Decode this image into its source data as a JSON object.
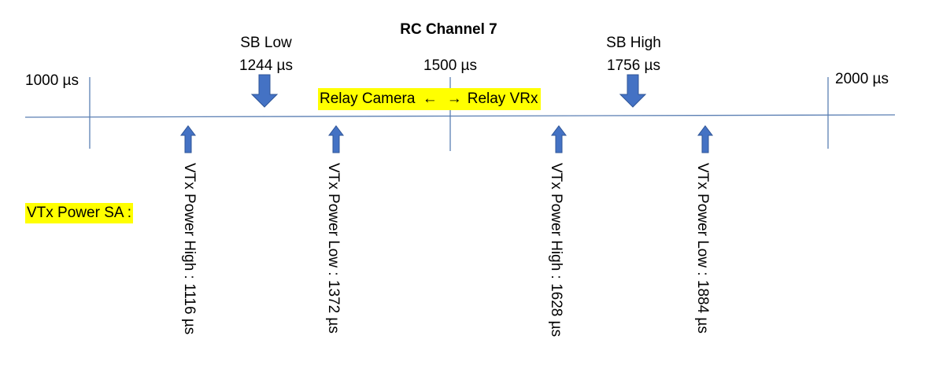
{
  "title": "RC Channel 7",
  "axis": {
    "min_label": "1000 µs",
    "mid_label": "1500 µs",
    "max_label": "2000 µs"
  },
  "sb_low": {
    "name": "SB Low",
    "value": "1244 µs"
  },
  "sb_high": {
    "name": "SB High",
    "value": "1756 µs"
  },
  "relay": {
    "left": "Relay Camera",
    "arrow_left": "←",
    "arrow_right": "→",
    "right": "Relay VRx"
  },
  "vtx_label": "VTx Power SA :",
  "vtx_markers": [
    {
      "label": "VTx Power High : 1116 µs"
    },
    {
      "label": "VTx Power Low : 1372 µs"
    },
    {
      "label": "VTx Power High : 1628 µs"
    },
    {
      "label": "VTx Power Low : 1884 µs"
    }
  ],
  "colors": {
    "axis_line": "#5b7fb3",
    "arrow_fill": "#4472c4",
    "arrow_stroke": "#2f5597",
    "highlight": "#ffff00"
  }
}
